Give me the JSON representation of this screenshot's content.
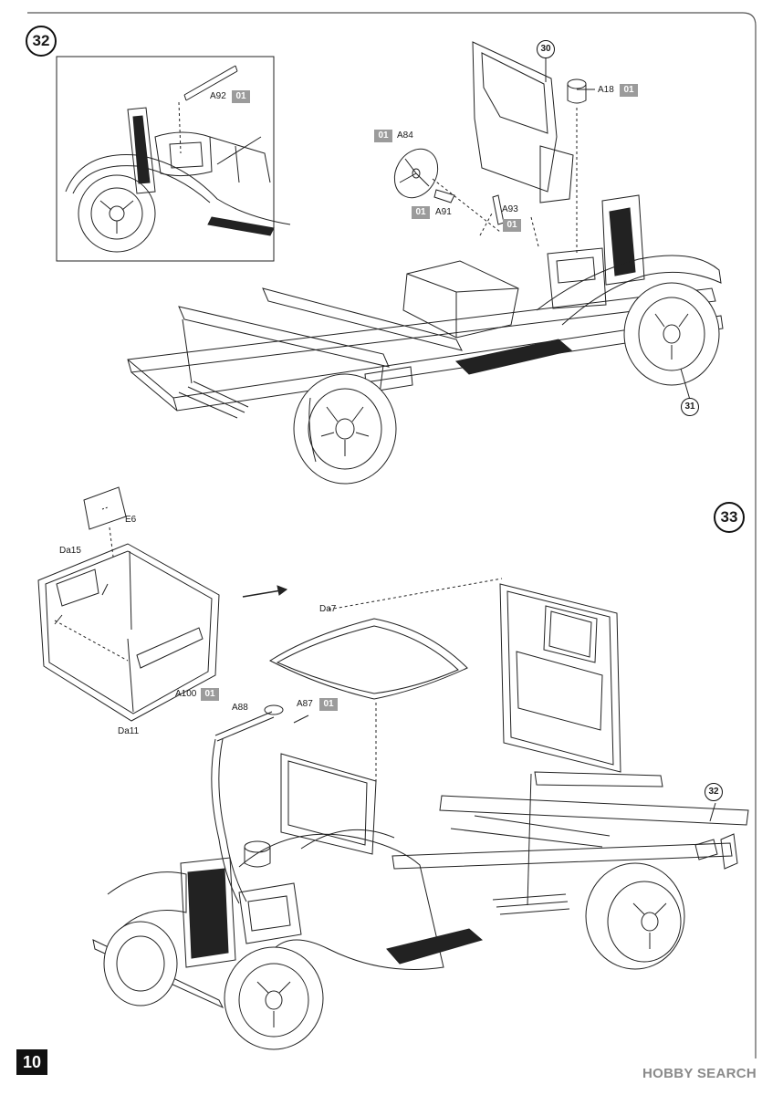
{
  "page": {
    "number": "10"
  },
  "steps": [
    {
      "number": "32",
      "callouts": [
        "30",
        "31"
      ],
      "parts": [
        {
          "id": "A92",
          "badge": "01"
        },
        {
          "id": "A18",
          "badge": "01"
        },
        {
          "id": "A84",
          "badge": "01"
        },
        {
          "id": "A91",
          "badge": "01"
        },
        {
          "id": "A93",
          "badge": "01"
        }
      ]
    },
    {
      "number": "33",
      "callouts": [
        "32"
      ],
      "parts": [
        {
          "id": "E6"
        },
        {
          "id": "Da15"
        },
        {
          "id": "Da11"
        },
        {
          "id": "A100",
          "badge": "01"
        },
        {
          "id": "Da7"
        },
        {
          "id": "A88"
        },
        {
          "id": "A87",
          "badge": "01"
        }
      ]
    }
  ],
  "watermark": "HOBBY SEARCH",
  "colors": {
    "ink": "#1a1a1a",
    "badge": "#9b9b9b",
    "frame": "#555555",
    "watermark": "#8a8a8a"
  }
}
